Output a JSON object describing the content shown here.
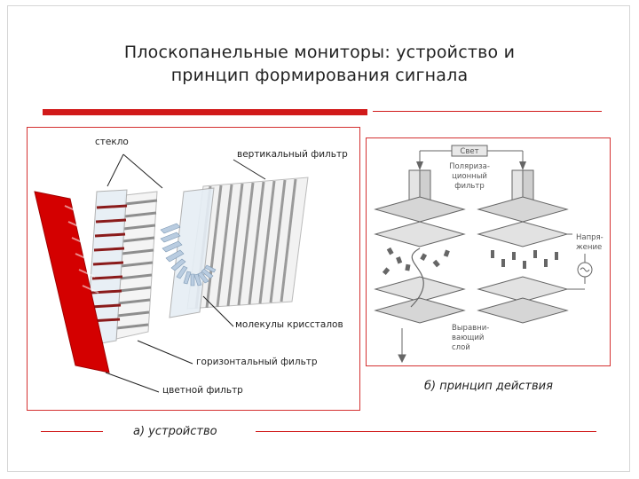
{
  "slide": {
    "title_line1": "Плоскопанельные мониторы: устройство и",
    "title_line2": "принцип формирования сигнала",
    "accent_color": "#d11a1a"
  },
  "left_figure": {
    "labels": {
      "glass": "стекло",
      "vertical_filter": "вертикальный фильтр",
      "crystal_molecules": "молекулы криссталов",
      "horizontal_filter": "горизонтальный фильтр",
      "color_filter": "цветной фильтр"
    },
    "caption": "а) устройство"
  },
  "right_figure": {
    "labels": {
      "light": "Свет",
      "polarization_filter_line1": "Поляриза-",
      "polarization_filter_line2": "ционный",
      "polarization_filter_line3": "фильтр",
      "voltage_line1": "Напря-",
      "voltage_line2": "жение",
      "alignment_line1": "Выравни-",
      "alignment_line2": "вающий",
      "alignment_line3": "слой"
    },
    "caption": "б) принцип действия"
  }
}
